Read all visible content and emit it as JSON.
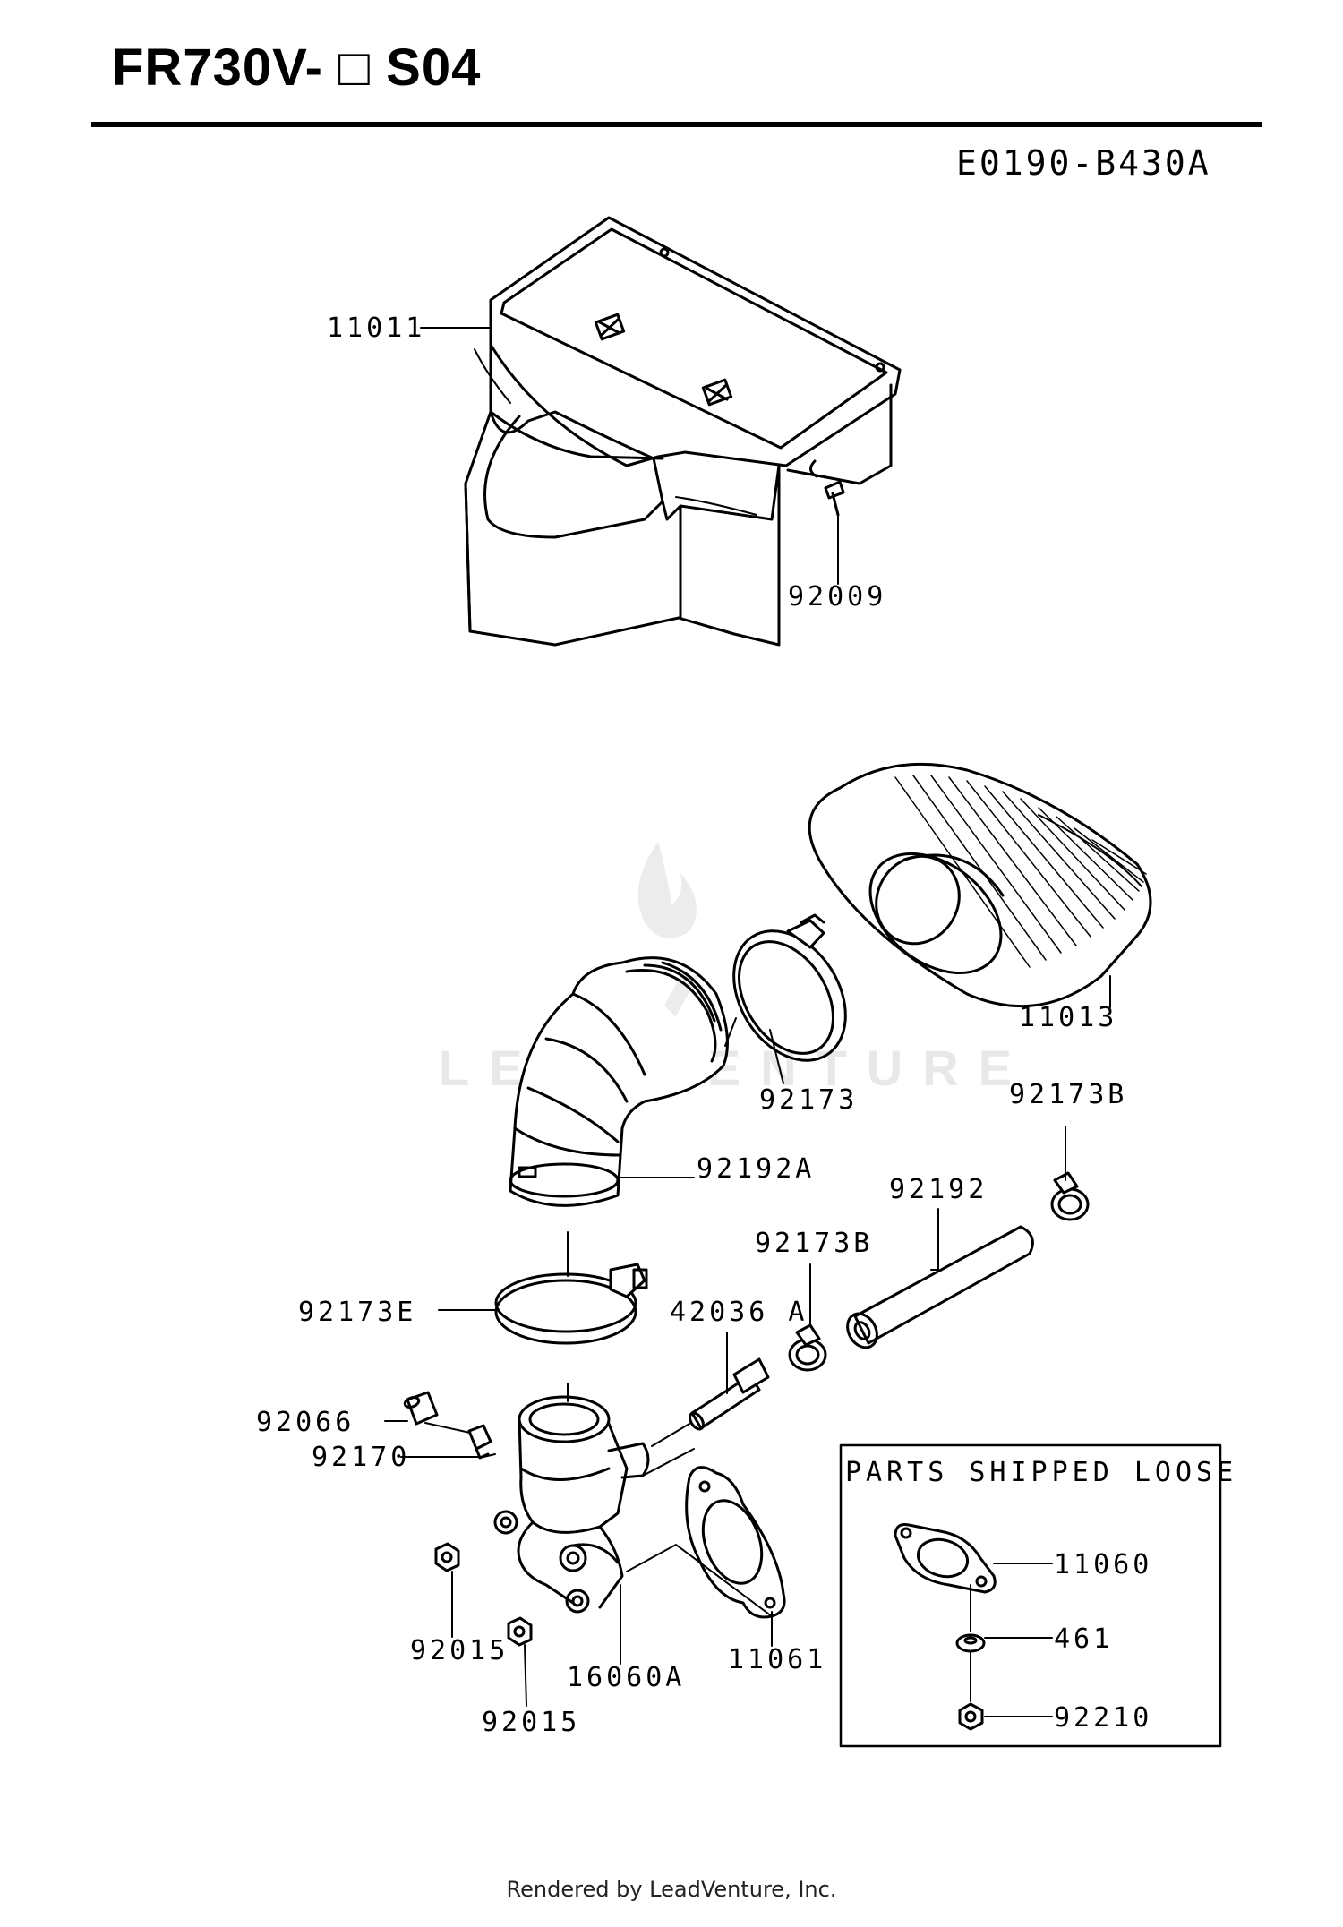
{
  "header": {
    "title": "FR730V- □ S04",
    "diagram_code": "E0190-B430A"
  },
  "watermark": "LEADVENTURE",
  "parts_box": {
    "title": "PARTS SHIPPED LOOSE"
  },
  "callouts": {
    "p11011": "11011",
    "p92009": "92009",
    "p11013": "11013",
    "p92173": "92173",
    "p92173B_top": "92173B",
    "p92192A": "92192A",
    "p92192": "92192",
    "p92173B_mid": "92173B",
    "p92173E": "92173E",
    "p42036A": "42036 A",
    "p92066": "92066",
    "p92170": "92170",
    "p92015_left": "92015",
    "p92015_bottom": "92015",
    "p16060A": "16060A",
    "p11061": "11061",
    "p11060": "11060",
    "p461": "461",
    "p92210": "92210"
  },
  "footer": "Rendered by LeadVenture, Inc."
}
